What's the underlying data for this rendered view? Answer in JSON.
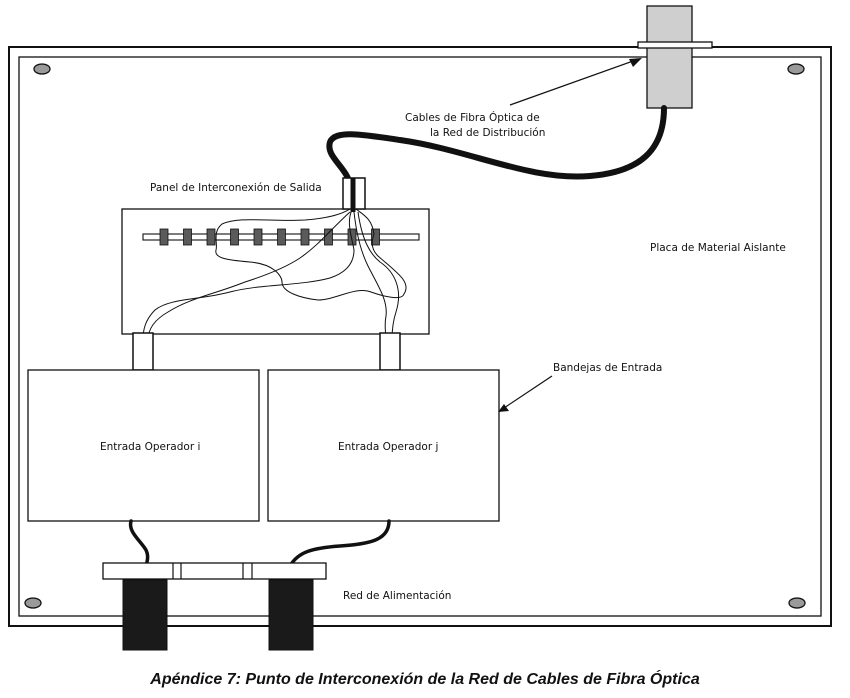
{
  "labels": {
    "fiber_cables_line1": "Cables de Fibra Óptica de",
    "fiber_cables_line2": "la Red de Distribución",
    "output_panel": "Panel de Interconexión de Salida",
    "insulating_plate": "Placa de Material Aislante",
    "input_trays": "Bandejas de Entrada",
    "input_operator_i": "Entrada Operador i",
    "input_operator_j": "Entrada Operador j",
    "power_network": "Red de Alimentación"
  },
  "caption": "Apéndice 7: Punto de Interconexión de la Red de Cables de Fibra Óptica",
  "colors": {
    "ink": "#111111",
    "connector_fill": "#cfcfcf",
    "cable": "#111111",
    "page": "#ffffff"
  }
}
